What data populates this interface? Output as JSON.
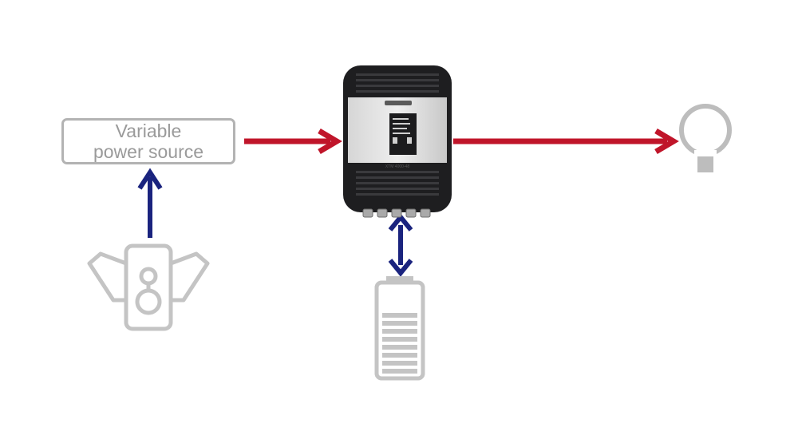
{
  "diagram": {
    "source_label_line1": "Variable",
    "source_label_line2": "power source",
    "inverter_model_text": "XTM 4000-48",
    "colors": {
      "ac_flow": "#c0152a",
      "dc_flow": "#1a237e",
      "icon_gray": "#bdbdbd",
      "box_border": "#b3b3b3",
      "label_text": "#9a9a9a"
    }
  }
}
